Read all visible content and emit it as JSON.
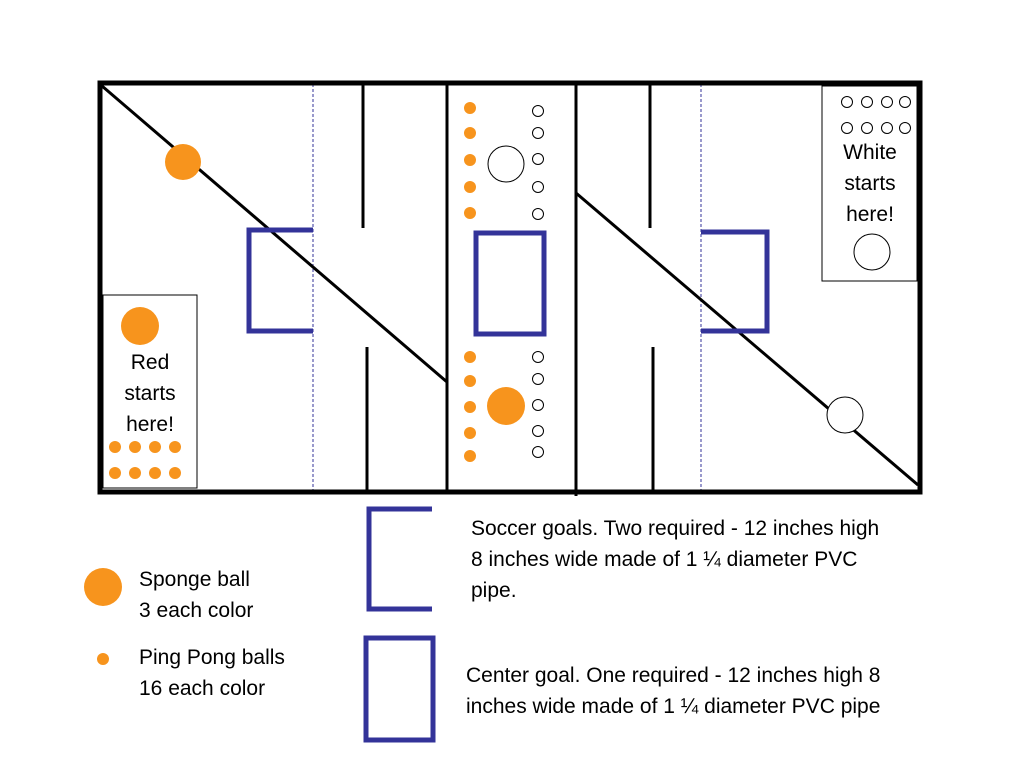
{
  "colors": {
    "orange": "#f7941d",
    "goal_blue": "#333399",
    "border": "#000000",
    "midline": "#333399"
  },
  "field": {
    "red_start": {
      "lines": [
        "Red",
        "starts",
        "here!"
      ]
    },
    "white_start": {
      "lines": [
        "White",
        "starts",
        "here!"
      ]
    }
  },
  "legend": {
    "sponge_ball": {
      "icon": "large-orange-circle",
      "lines": [
        "Sponge ball",
        "3 each color"
      ]
    },
    "ping_pong": {
      "icon": "small-orange-circle",
      "lines": [
        "Ping Pong balls",
        "16 each color"
      ]
    }
  },
  "notes": {
    "soccer_goals": {
      "icon": "open-goal-frame",
      "lines": [
        "Soccer goals. Two required - 12 inches high",
        "8 inches wide made of 1 ¼ diameter PVC",
        "pipe."
      ]
    },
    "center_goal": {
      "icon": "closed-goal-frame",
      "lines": [
        "Center goal. One required - 12 inches high 8",
        "inches wide made of 1 ¼ diameter PVC pipe"
      ]
    }
  }
}
